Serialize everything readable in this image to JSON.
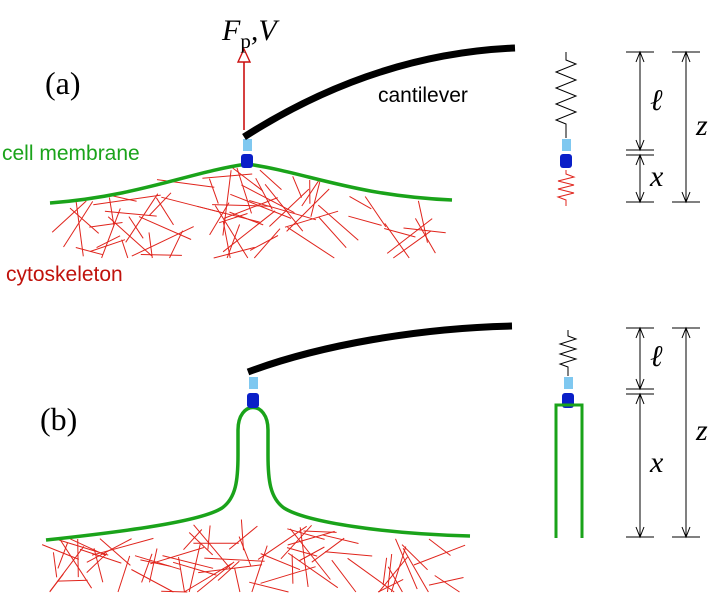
{
  "panel_a": {
    "label": "(a)",
    "force_label_F": "F",
    "force_label_sub": "p",
    "force_label_rest": ",V",
    "cantilever": "cantilever",
    "cell_membrane": "cell membrane",
    "cytoskeleton": "cytoskeleton"
  },
  "panel_b": {
    "label": "(b)"
  },
  "dimensions": {
    "l": "ℓ",
    "x": "x",
    "z": "z"
  },
  "colors": {
    "membrane": "#1aa31a",
    "cytoskeleton": "#e0241c",
    "cantilever": "#000000",
    "force_arrow": "#cc1111",
    "linker_light": "#7fc8f0",
    "linker_dark": "#0a1fc8",
    "cytoskeleton_text": "#c0120c"
  }
}
